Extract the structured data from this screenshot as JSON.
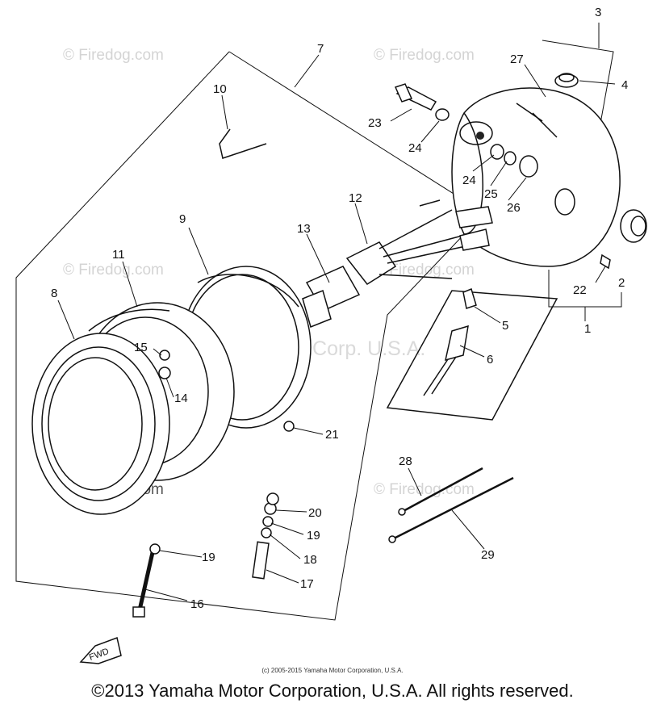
{
  "watermarks": {
    "site": "© Firedog.com",
    "center": "Yamaha Motor Corp. U.S.A."
  },
  "callouts": [
    "1",
    "2",
    "3",
    "4",
    "5",
    "6",
    "7",
    "8",
    "9",
    "10",
    "11",
    "12",
    "13",
    "14",
    "15",
    "16",
    "17",
    "18",
    "19",
    "19",
    "20",
    "21",
    "22",
    "23",
    "24",
    "24",
    "25",
    "26",
    "27",
    "28",
    "29"
  ],
  "fwd_label": "FWD",
  "small_copyright": "(c) 2005-2015 Yamaha Motor Corporation, U.S.A.",
  "footer_copyright": "©2013 Yamaha Motor Corporation, U.S.A. All rights reserved."
}
